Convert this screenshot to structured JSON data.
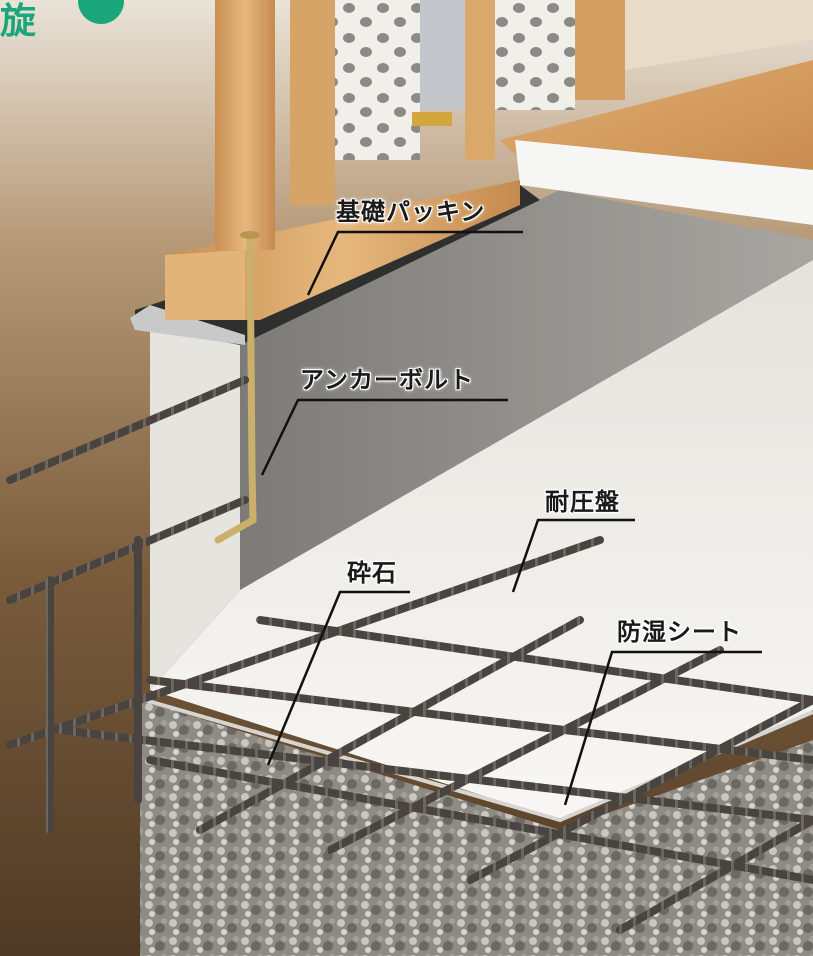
{
  "heading": {
    "text": "旋"
  },
  "labels": {
    "foundation_packing": "基礎パッキン",
    "anchor_bolt": "アンカーボルト",
    "pressure_slab": "耐圧盤",
    "crushed_stone": "砕石",
    "moisture_sheet": "防湿シート"
  },
  "colors": {
    "heading_green": "#1aa67a",
    "soil": "#6b5236",
    "concrete": "#9a9893",
    "slab": "#f3f2ee",
    "wood": "#d9a86a",
    "rebar": "#4a4440"
  }
}
